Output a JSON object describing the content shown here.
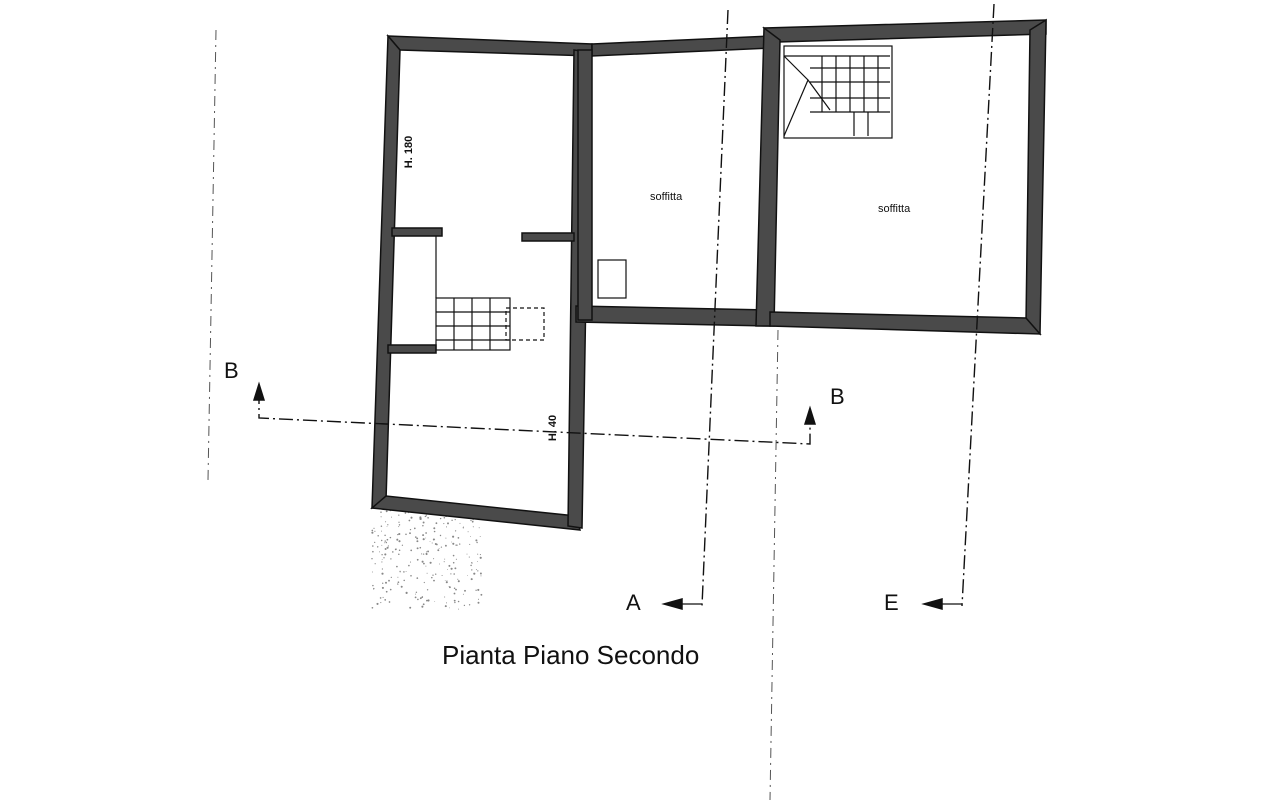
{
  "plan": {
    "title": "Pianta Piano Secondo",
    "rooms": [
      {
        "label": "soffitta"
      },
      {
        "label": "soffitta"
      }
    ],
    "heights": [
      {
        "label": "H. 180"
      },
      {
        "label": "H. 40"
      }
    ],
    "sections": {
      "b_left": "B",
      "b_right": "B",
      "a": "A",
      "e": "E"
    }
  }
}
